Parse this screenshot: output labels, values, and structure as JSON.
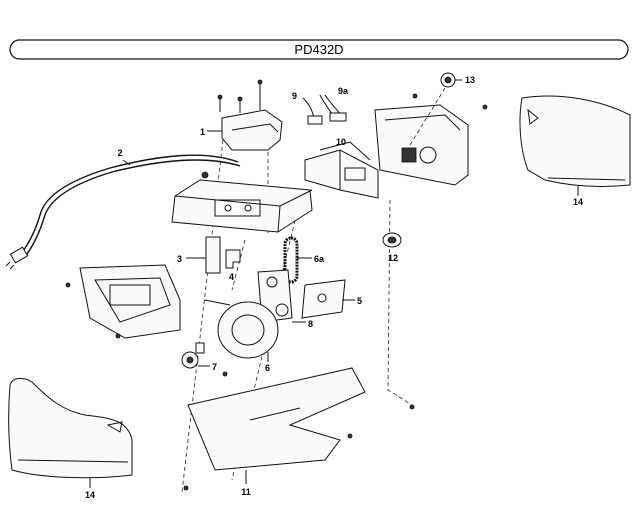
{
  "diagram": {
    "title": "PD432D",
    "callouts": {
      "c1": "1",
      "c2": "2",
      "c3": "3",
      "c4": "4",
      "c5": "5",
      "c6": "6",
      "c6a": "6a",
      "c7": "7",
      "c8": "8",
      "c9": "9",
      "c9a": "9a",
      "c10": "10",
      "c11": "11",
      "c12": "12",
      "c13": "13",
      "c14_right": "14",
      "c14_left": "14"
    }
  }
}
